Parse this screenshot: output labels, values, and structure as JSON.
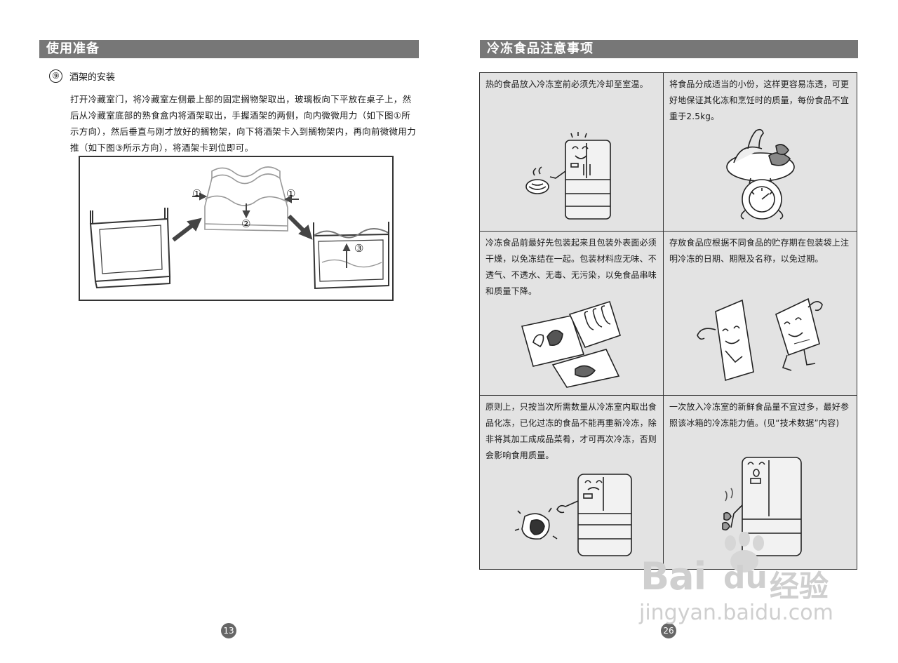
{
  "left_page": {
    "section_title": "使用准备",
    "step": {
      "number": "⑨",
      "title": "酒架的安装"
    },
    "instruction": "打开冷藏室门，将冷藏室左侧最上部的固定搁物架取出，玻璃板向下平放在桌子上，然后从冷藏室底部的熟食盒内将酒架取出，手握酒架的两侧，向内微微用力（如下图①所示方向），然后垂直与刚才放好的搁物架，向下将酒架卡入到搁物架内，再向前微微用力推（如下图③所示方向），将酒架卡到位即可。",
    "diagram": {
      "marker_1": "①",
      "marker_2": "②",
      "marker_3": "③"
    },
    "page_number": "13"
  },
  "right_page": {
    "section_title": "冷冻食品注意事项",
    "tips": [
      {
        "text": "热的食品放入冷冻室前必须先冷却至室温。",
        "icon": "fridge-cooling-food-illustration"
      },
      {
        "text": "将食品分成适当的小份，这样更容易冻透，可更好地保证其化冻和烹饪时的质量，每份食品不宜重于2.5kg。",
        "icon": "food-on-scale-illustration"
      },
      {
        "text": "冷冻食品前最好先包装起来且包装外表面必须干燥，以免冻结在一起。包装材料应无味、不透气、不透水、无毒、无污染，以免食品串味和质量下降。",
        "icon": "wrapped-food-bags-illustration"
      },
      {
        "text": "存放食品应根据不同食品的贮存期在包装袋上注明冷冻的日期、期限及名称，以免过期。",
        "icon": "labeled-food-bags-illustration"
      },
      {
        "text": "原则上，只按当次所需数量从冷冻室内取出食品化冻，已化过冻的食品不能再重新冷冻，除非将其加工成成品菜肴，才可再次冷冻，否则会影响食用质量。",
        "icon": "fridge-thawed-meat-illustration"
      },
      {
        "text": "一次放入冷冻室的新鲜食品量不宜过多，最好参照该冰箱的冷冻能力值。(见“技术数据”内容)",
        "icon": "overloaded-fridge-illustration"
      }
    ],
    "page_number": "26"
  },
  "watermark": {
    "brand": "Bai",
    "brand_tail": "经验",
    "url": "jingyan.baidu.com"
  },
  "colors": {
    "section_bar": "#777777",
    "tips_background": "#e3e3e3",
    "page_badge": "#666666"
  }
}
